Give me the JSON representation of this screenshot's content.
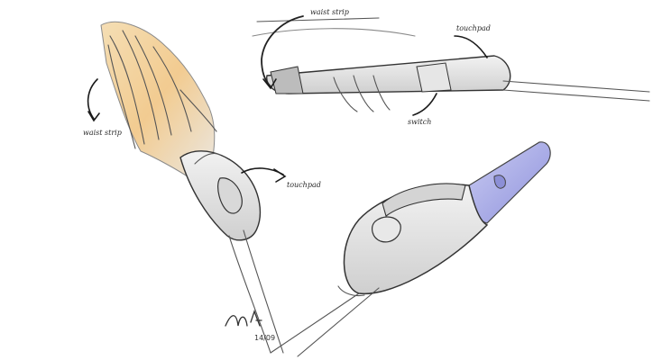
{
  "sketch": {
    "annotations": {
      "waist_strip_left": "waist strip",
      "touchpad_left": "touchpad",
      "waist_strip_top": "waist strip",
      "touchpad_top": "touchpad",
      "switch_top": "switch"
    },
    "signature_date": "14/09"
  },
  "colors": {
    "skin_highlight": "#f2c47a",
    "accent_band": "#a9abea",
    "ink": "#222222"
  }
}
